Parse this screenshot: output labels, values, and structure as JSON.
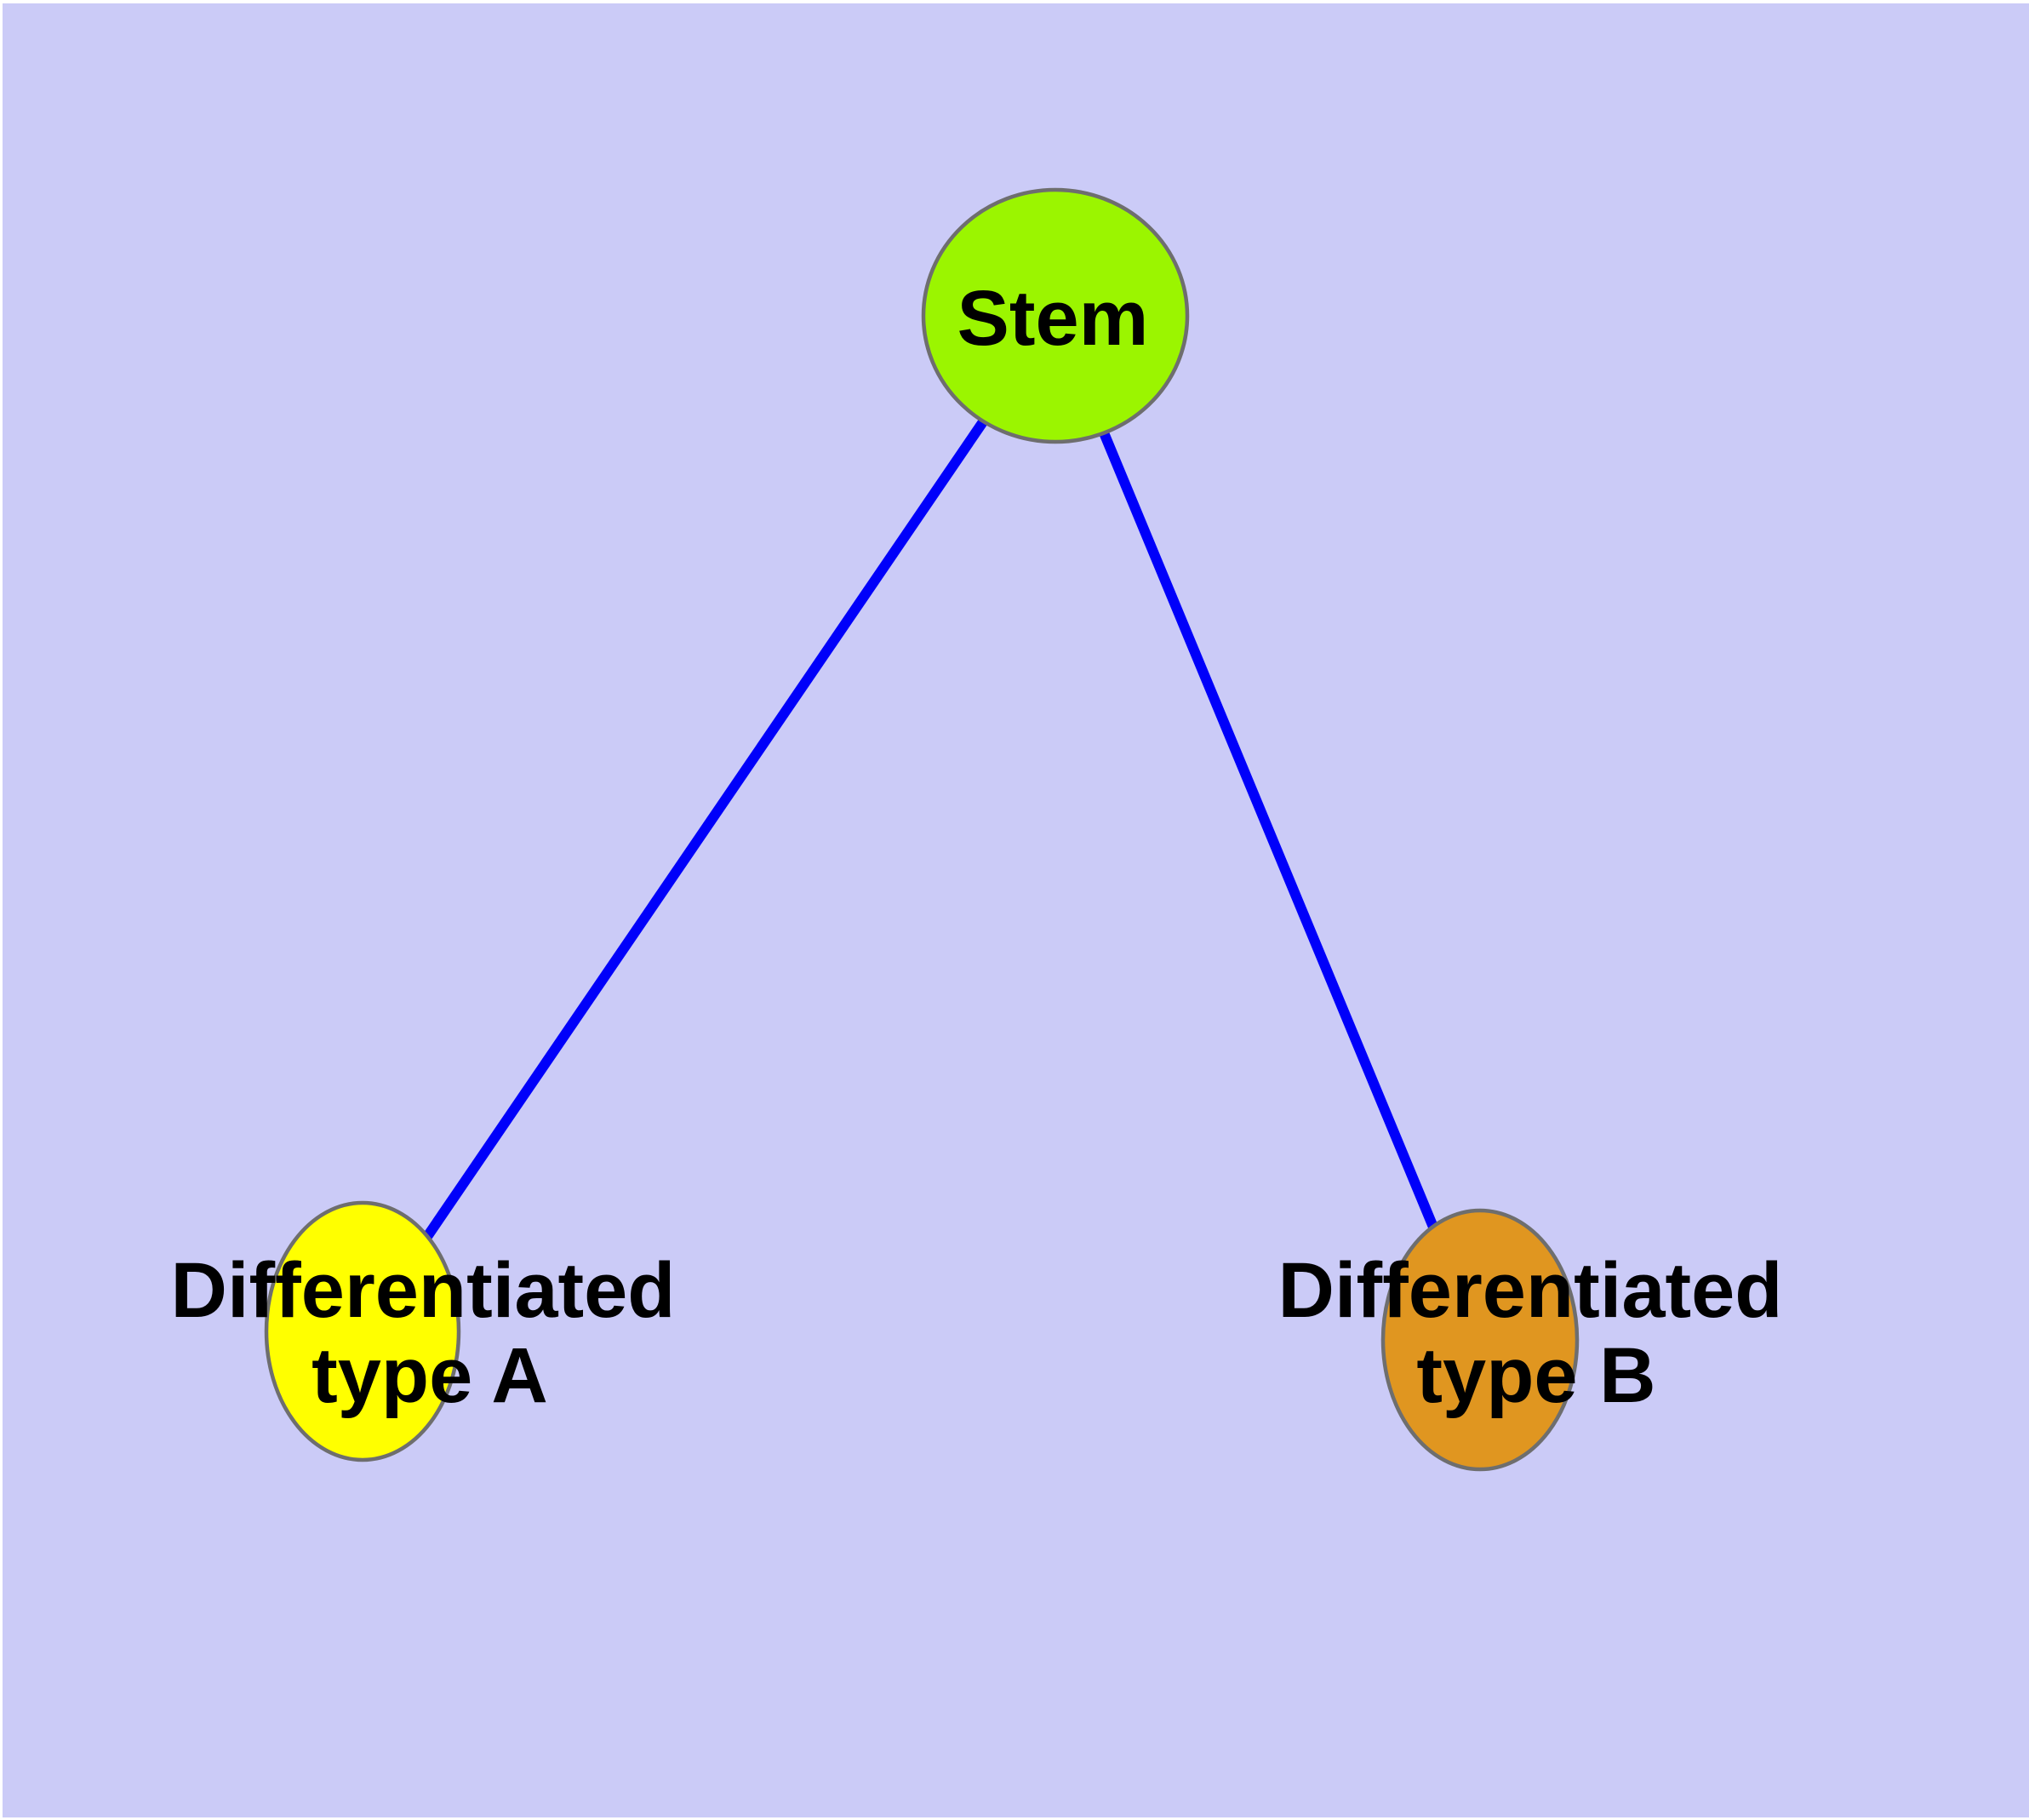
{
  "figure": {
    "background_color": "#CBCBF7",
    "frame_color": "#FFFFFF"
  },
  "graph": {
    "edge_color": "#0000FA",
    "node_border_color": "#6E6E6E",
    "nodes": [
      {
        "id": "stem",
        "label": "Stem",
        "fill": "#9BF500"
      },
      {
        "id": "differentiated-type-a",
        "label_lines": [
          "Differentiated",
          "type A"
        ],
        "fill": "#FFFF00"
      },
      {
        "id": "differentiated-type-b",
        "label_lines": [
          "Differentiated",
          "type B"
        ],
        "fill": "#E09620"
      }
    ],
    "edges": [
      {
        "from": "stem",
        "to": "differentiated-type-a"
      },
      {
        "from": "stem",
        "to": "differentiated-type-b"
      }
    ]
  }
}
